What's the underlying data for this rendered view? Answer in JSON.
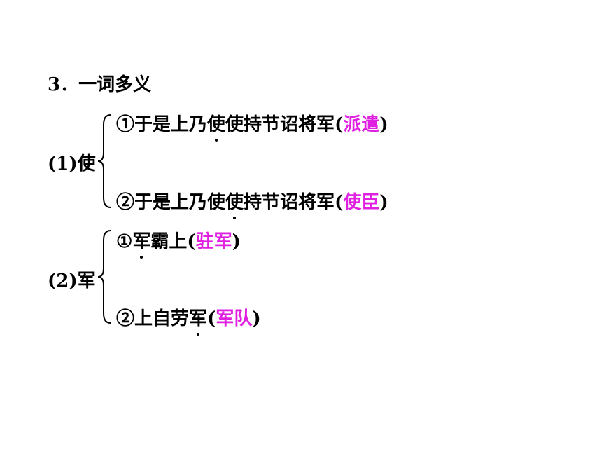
{
  "section": {
    "number": "3．",
    "title": "一词多义"
  },
  "entries": [
    {
      "label": "(1)使",
      "senses": [
        {
          "marker": "①",
          "before": "于是上乃",
          "dotted": "使",
          "after": "使持节诏将军",
          "open": "(",
          "answer": "派遣",
          "close": ")"
        },
        {
          "marker": "②",
          "before": "于是上乃使",
          "dotted": "使",
          "after": "持节诏将军",
          "open": "(",
          "answer": "使臣",
          "close": ")"
        }
      ]
    },
    {
      "label": "(2)军",
      "senses": [
        {
          "marker": "①",
          "before": "",
          "dotted": "军",
          "after": "霸上",
          "open": "(",
          "answer": "驻军",
          "close": ")"
        },
        {
          "marker": "②",
          "before": "上自劳",
          "dotted": "军",
          "after": "",
          "open": "(",
          "answer": "军队",
          "close": ")"
        }
      ]
    }
  ],
  "colors": {
    "text": "#000000",
    "answer": "#e020e0"
  }
}
